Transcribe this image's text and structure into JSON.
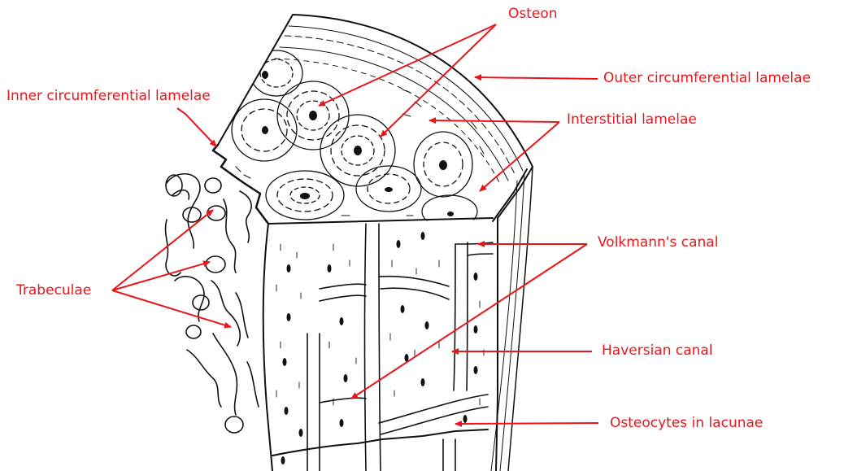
{
  "labels": {
    "osteon": "Osteon",
    "outer_circumferential": "Outer circumferential lamelae",
    "inner_circumferential": "Inner circumferential lamelae",
    "interstitial": "Interstitial lamelae",
    "trabeculae": "Trabeculae",
    "volkmann": "Volkmann's canal",
    "haversian": "Haversian canal",
    "osteocytes": "Osteocytes in lacunae"
  },
  "colors": {
    "label": "#e8161b",
    "ink": "#111111",
    "background": "#ffffff"
  }
}
